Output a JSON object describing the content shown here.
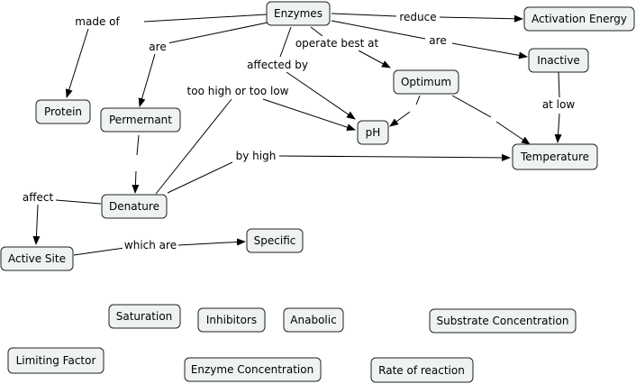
{
  "nodes": {
    "enzymes": "Enzymes",
    "activation_energy": "Activation Energy",
    "inactive": "Inactive",
    "optimum": "Optimum",
    "protein": "Protein",
    "permernant": "Permernant",
    "ph": "pH",
    "temperature": "Temperature",
    "denature": "Denature",
    "active_site": "Active Site",
    "specific": "Specific",
    "saturation": "Saturation",
    "inhibitors": "Inhibitors",
    "anabolic": "Anabolic",
    "substrate_concentration": "Substrate Concentration",
    "limiting_factor": "Limiting Factor",
    "enzyme_concentration": "Enzyme Concentration",
    "rate_of_reaction": "Rate of reaction"
  },
  "links": {
    "made_of": "made of",
    "are_permernant": "are",
    "affected_by": "affected by",
    "operate_best_at": "operate best at",
    "reduce": "reduce",
    "are_inactive": "are",
    "at_low": "at low",
    "too_high_or_too_low": "too high or too low",
    "by_high": "by high",
    "affect": "affect",
    "which_are": "which are"
  }
}
